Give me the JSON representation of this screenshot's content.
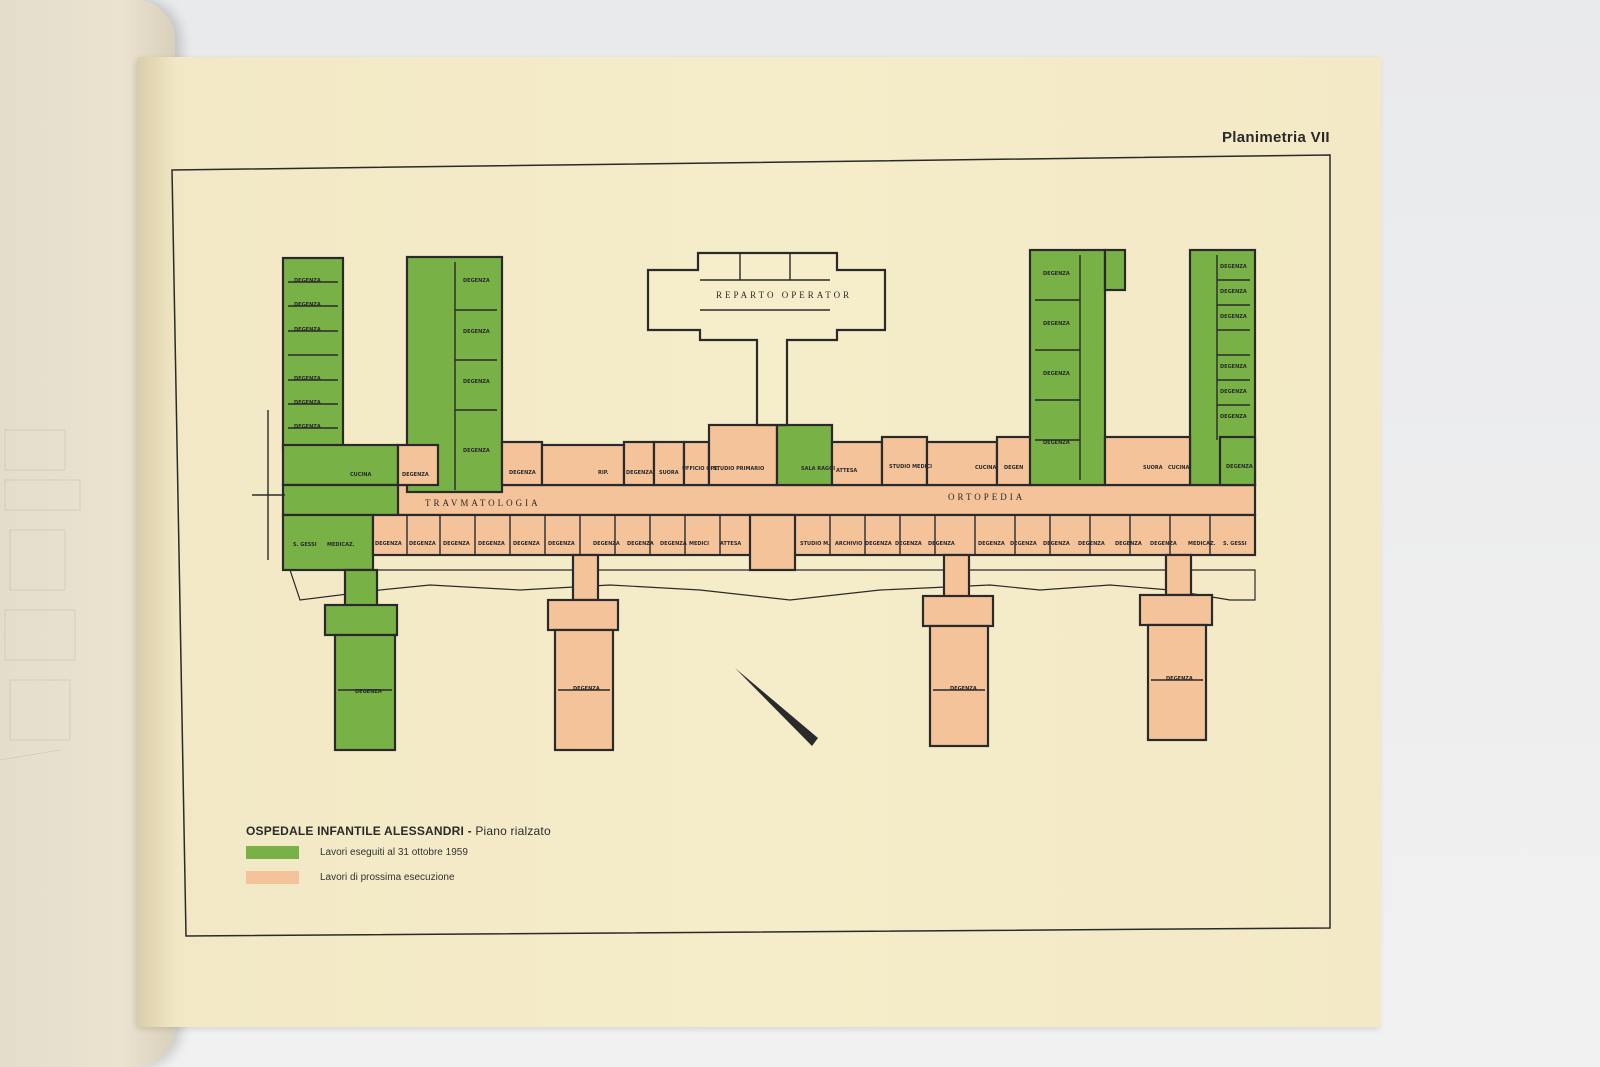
{
  "plate": {
    "label": "Planimetria VII"
  },
  "plan": {
    "title": "OSPEDALE INFANTILE ALESSANDRI",
    "title_sep": " - ",
    "subtitle": "Piano rialzato",
    "wing_labels": {
      "reparto": "REPARTO OPERATOR",
      "traumatologia": "TRAVMATOLOGIA",
      "ortopedia": "ORTOPEDIA"
    },
    "rooms": {
      "degenza": "DEGENZA",
      "cucina": "CUCINA",
      "rip": "RIP.",
      "suora": "SUORA",
      "ufficio": "UFFICIO OPE.",
      "studio_primario": "STUDIO PRIMARIO",
      "sala_raggi": "SALA RAGGI",
      "attesa": "ATTESA",
      "studio_medici": "STUDIO MEDICI",
      "degen": "DEGEN",
      "gessi": "S. GESSI",
      "medicaz": "MEDICAZ.",
      "medici": "MEDICI",
      "studio_m": "STUDIO M.",
      "archivio": "ARCHIVIO",
      "s_gessi": "S. GESSI"
    }
  },
  "legend": {
    "items": [
      {
        "label": "Lavori eseguiti al 31 ottobre 1959",
        "color": "#78b247"
      },
      {
        "label": "Lavori di prossima esecuzione",
        "color": "#f4c39a"
      }
    ]
  },
  "colors": {
    "page": "#f4eac7",
    "line": "#2a2a2a",
    "green": "#78b247",
    "peach": "#f4c39a"
  }
}
